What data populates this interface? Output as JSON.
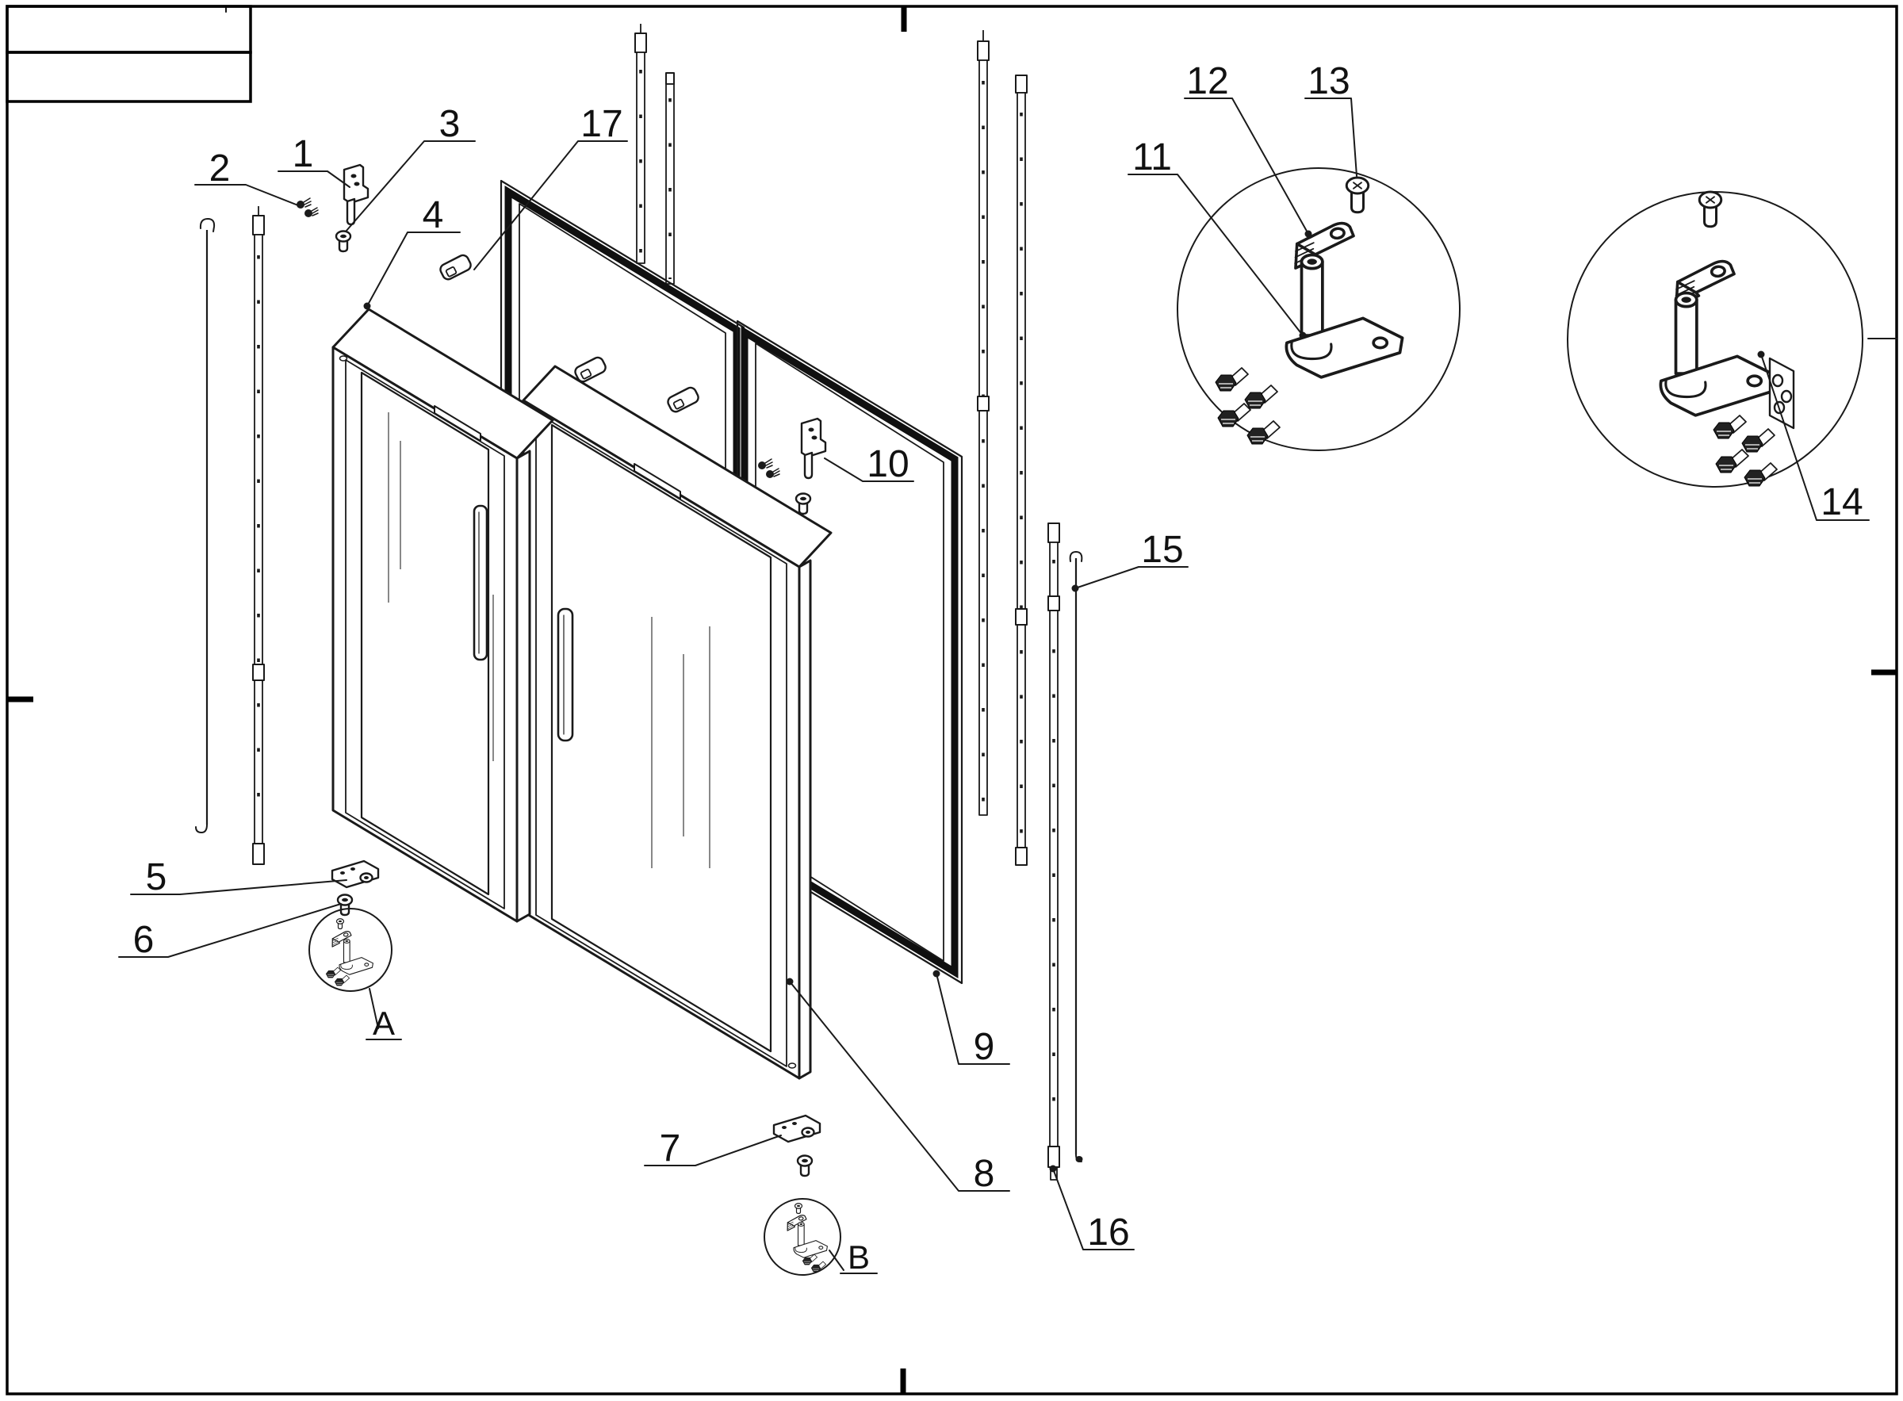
{
  "page": {
    "background": "#ffffff",
    "line_color": "#1a1a1a"
  },
  "title_block": {
    "rows": [
      "",
      ""
    ]
  },
  "callouts": [
    {
      "label": "1"
    },
    {
      "label": "2"
    },
    {
      "label": "3"
    },
    {
      "label": "4"
    },
    {
      "label": "5"
    },
    {
      "label": "6"
    },
    {
      "label": "7"
    },
    {
      "label": "8"
    },
    {
      "label": "9"
    },
    {
      "label": "10"
    },
    {
      "label": "11"
    },
    {
      "label": "12"
    },
    {
      "label": "13"
    },
    {
      "label": "14"
    },
    {
      "label": "15"
    },
    {
      "label": "16"
    },
    {
      "label": "17"
    },
    {
      "label": "A"
    },
    {
      "label": "B"
    }
  ]
}
